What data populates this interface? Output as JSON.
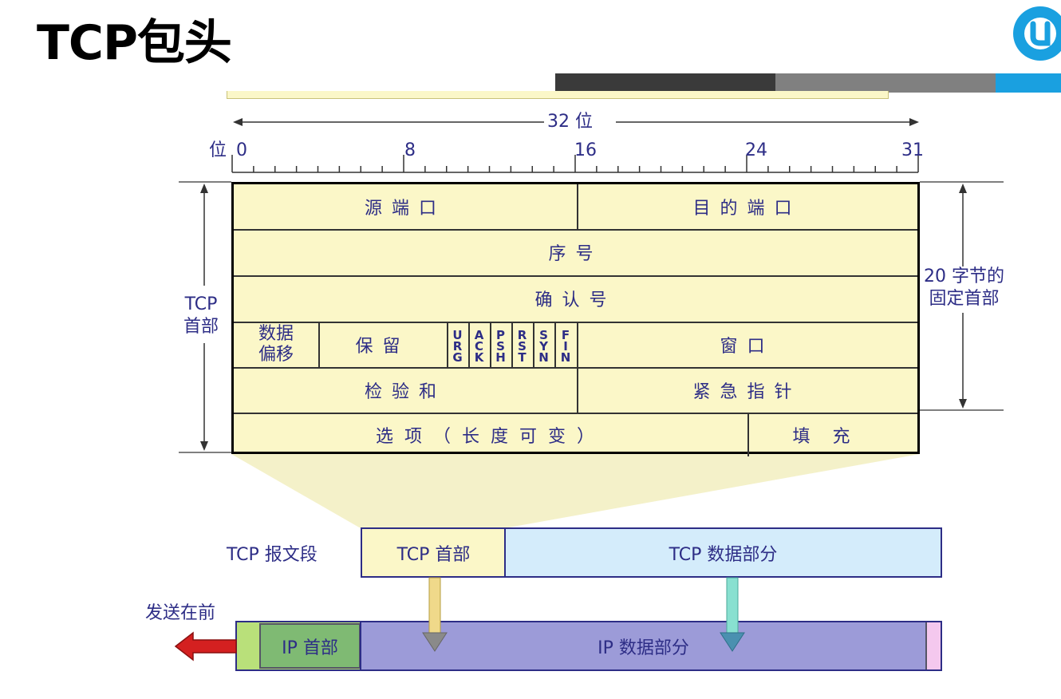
{
  "title": "TCP包头",
  "ruler": {
    "width_label": "32 位",
    "pos_label": "位",
    "ticks": [
      "0",
      "8",
      "16",
      "24",
      "31"
    ]
  },
  "header": {
    "left_label": [
      "TCP",
      "首部"
    ],
    "right_label": [
      "20 字节的",
      "固定首部"
    ],
    "rows": {
      "src_port": "源端口",
      "dst_port": "目的端口",
      "seq": "序号",
      "ack_num": "确认号",
      "data_offset": [
        "数据",
        "偏移"
      ],
      "reserved": "保留",
      "flags": [
        "URG",
        "ACK",
        "PSH",
        "RST",
        "SYN",
        "FIN"
      ],
      "window": "窗口",
      "checksum": "检验和",
      "urgent": "紧急指针",
      "options": "选项（长度可变）",
      "padding": "填充"
    }
  },
  "segment": {
    "label": "TCP 报文段",
    "tcp_header": "TCP 首部",
    "tcp_data": "TCP 数据部分"
  },
  "ip": {
    "send_first": "发送在前",
    "ip_header": "IP 首部",
    "ip_data": "IP 数据部分"
  },
  "colors": {
    "header_fill": "#fbf7c8",
    "label_blue": "#2d2d86",
    "tcp_data_fill": "#d4ecfb",
    "ip_header_fill": "#7fba73",
    "ip_data_fill": "#9c9bd8",
    "arrow_red": "#d42020"
  }
}
